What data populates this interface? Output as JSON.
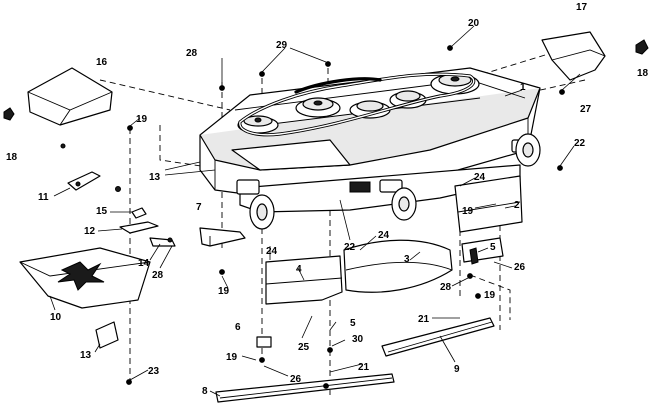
{
  "callouts": {
    "c16a": "16",
    "c18a": "18",
    "c28a": "28",
    "c29": "29",
    "c20": "20",
    "c17": "17",
    "c18b": "18",
    "c1": "1",
    "c27": "27",
    "c19a": "19",
    "c13a": "13",
    "c11": "11",
    "c22a": "22",
    "c15": "15",
    "c7": "7",
    "c12": "12",
    "c14": "14",
    "c28b": "28",
    "c22b": "22",
    "c24a": "24",
    "c2": "2",
    "c19b": "19",
    "c24b": "24",
    "c5a": "5",
    "c3": "3",
    "c24c": "24",
    "c4": "4",
    "c26a": "26",
    "c19c": "19",
    "c28c": "28",
    "c10": "10",
    "c19d": "19",
    "c13b": "13",
    "c6": "6",
    "c25": "25",
    "c5b": "5",
    "c30": "30",
    "c21a": "21",
    "c9": "9",
    "c19e": "19",
    "c21b": "21",
    "c26b": "26",
    "c23": "23",
    "c8": "8"
  }
}
